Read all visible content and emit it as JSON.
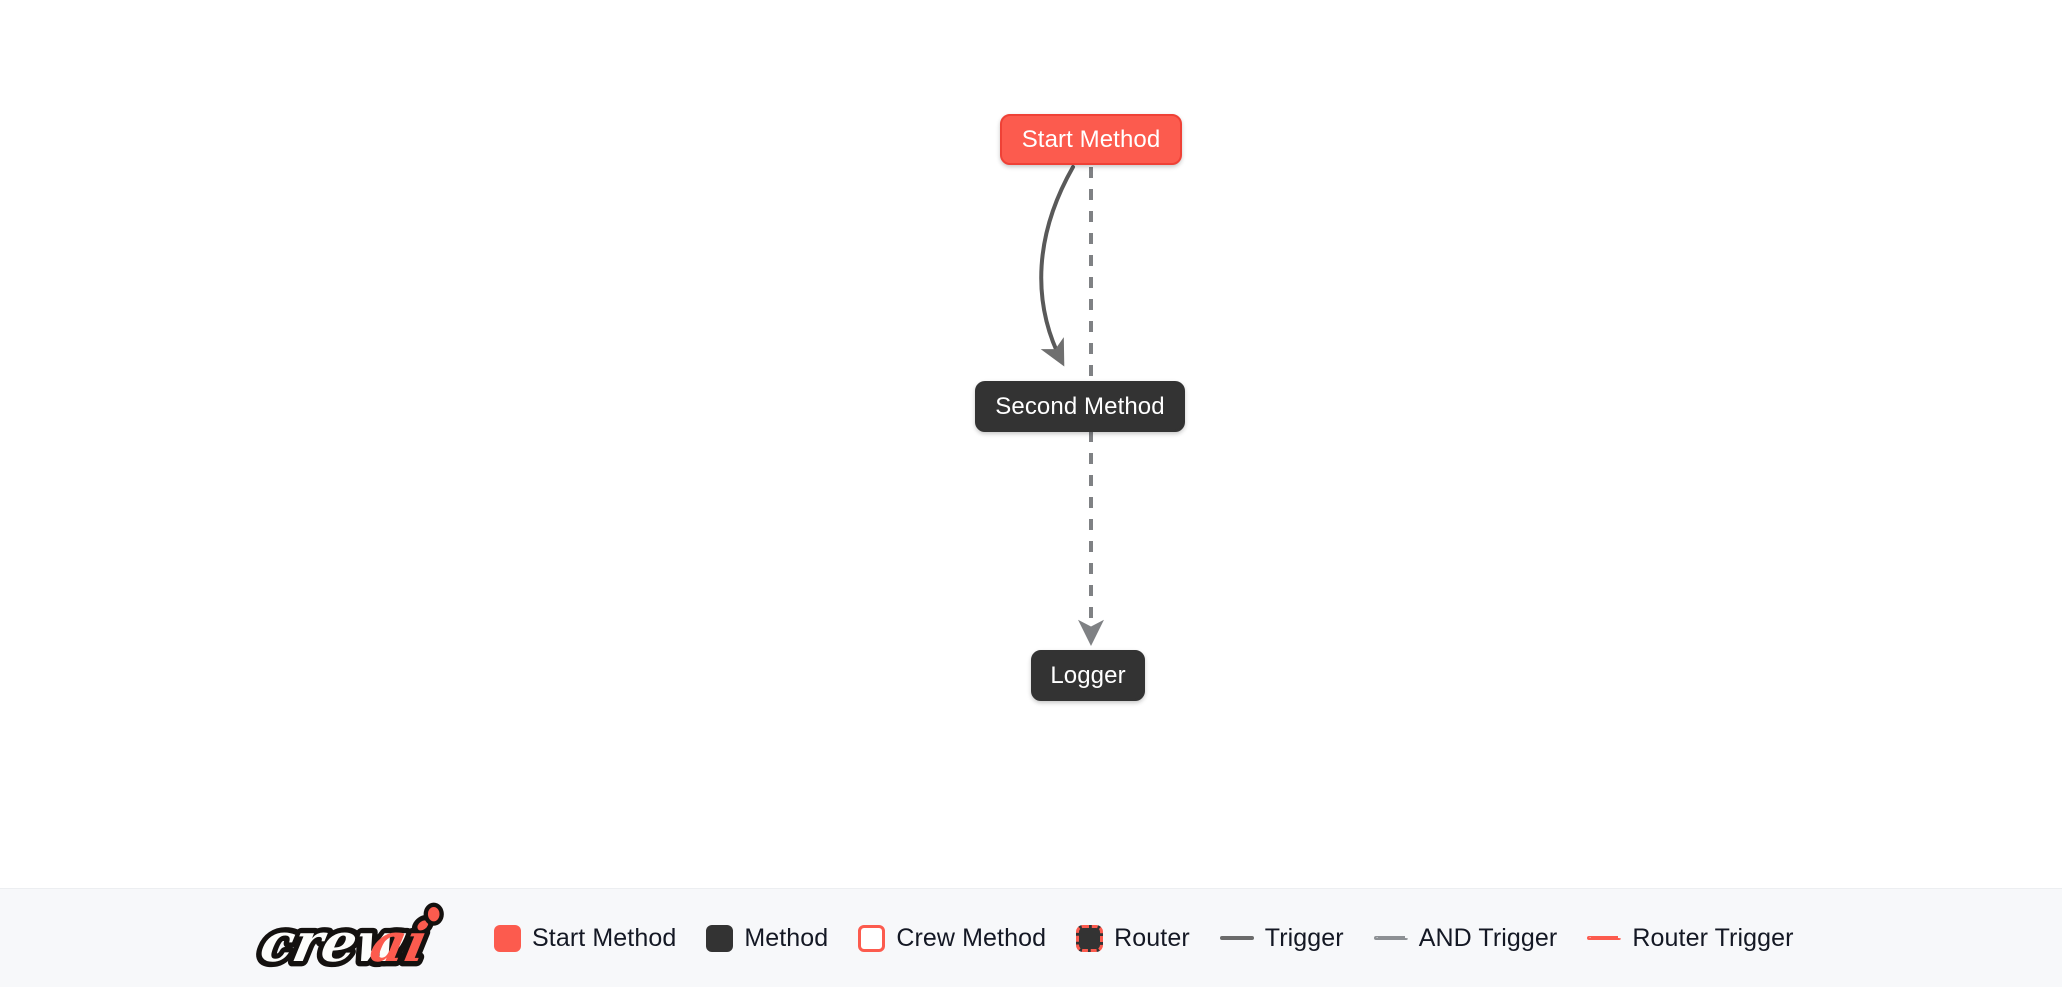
{
  "canvas": {
    "background": "#ffffff",
    "nodes": [
      {
        "id": "start-method",
        "label": "Start Method",
        "type": "start",
        "fill": "#fc5b4e",
        "text_color": "#ffffff"
      },
      {
        "id": "second-method",
        "label": "Second Method",
        "type": "method",
        "fill": "#333333",
        "text_color": "#ffffff"
      },
      {
        "id": "logger",
        "label": "Logger",
        "type": "method",
        "fill": "#333333",
        "text_color": "#ffffff"
      }
    ],
    "edges": [
      {
        "from": "start-method",
        "to": "second-method",
        "style": "solid",
        "color": "#595959",
        "kind": "trigger"
      },
      {
        "from": "start-method",
        "to": "logger",
        "style": "dashed",
        "color": "#7f8184",
        "kind": "and-trigger"
      }
    ]
  },
  "legend": {
    "brand": {
      "name": "crewai-logo",
      "text_primary": "crew",
      "text_accent": "ai",
      "accent_color": "#fc5b4e"
    },
    "items": [
      {
        "label": "Start Method",
        "marker": "swatch",
        "swatch": "sw-start",
        "color": "#fc5b4e"
      },
      {
        "label": "Method",
        "marker": "swatch",
        "swatch": "sw-method",
        "color": "#333333"
      },
      {
        "label": "Crew Method",
        "marker": "swatch",
        "swatch": "sw-crew",
        "color": "#ffffff"
      },
      {
        "label": "Router",
        "marker": "swatch",
        "swatch": "sw-router",
        "color": "#333333"
      },
      {
        "label": "Trigger",
        "marker": "line",
        "swatch": "ln-solid",
        "color": "#6b6b6b"
      },
      {
        "label": "AND Trigger",
        "marker": "line",
        "swatch": "ln-dashed",
        "color": "#8d9094"
      },
      {
        "label": "Router Trigger",
        "marker": "line",
        "swatch": "ln-dashed-red",
        "color": "#fc5b4e"
      }
    ]
  }
}
